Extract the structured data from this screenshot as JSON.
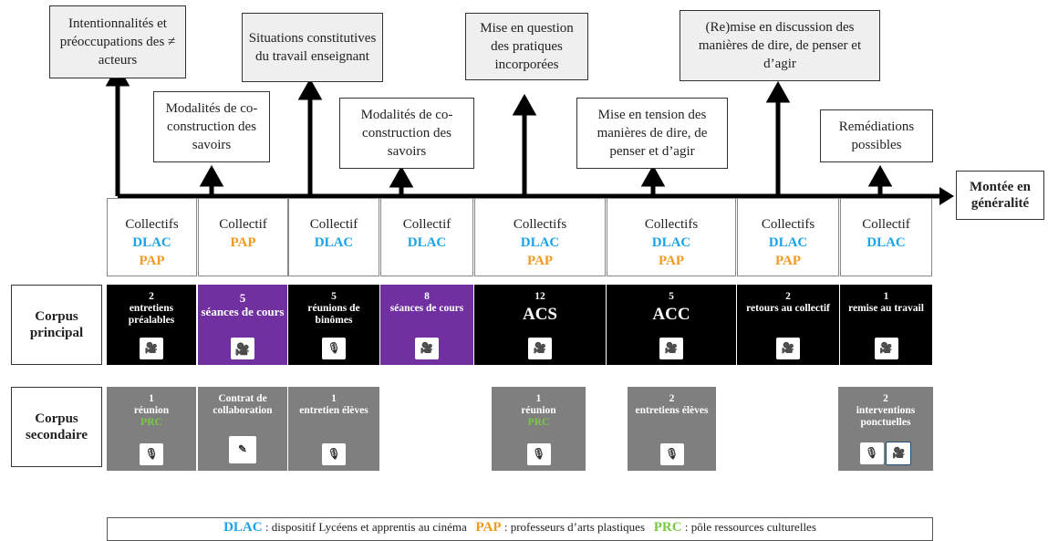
{
  "top_boxes": [
    "Intentionnalités et préoccupations des ≠ acteurs",
    "Situations constitutives du travail enseignant",
    "Mise en question des pratiques incorporées",
    "(Re)mise en discussion des manières de dire, de penser et d’agir"
  ],
  "mid_boxes": [
    "Modalités de co-construction des savoirs",
    "Modalités de co-construction des savoirs",
    "Mise en tension des manières de dire, de penser et d’agir",
    "Remédiations possibles"
  ],
  "axis_label": "Montée en généralité",
  "collectifs": [
    {
      "word": "Collectifs",
      "l2": "DLAC",
      "l3": "PAP"
    },
    {
      "word": "Collectif",
      "l2": "PAP",
      "l3": ""
    },
    {
      "word": "Collectif",
      "l2": "DLAC",
      "l3": ""
    },
    {
      "word": "Collectif",
      "l2": "DLAC",
      "l3": ""
    },
    {
      "word": "Collectifs",
      "l2": "DLAC",
      "l3": "PAP"
    },
    {
      "word": "Collectifs",
      "l2": "DLAC",
      "l3": "PAP"
    },
    {
      "word": "Collectifs",
      "l2": "DLAC",
      "l3": "PAP"
    },
    {
      "word": "Collectif",
      "l2": "DLAC",
      "l3": ""
    }
  ],
  "corpus_principal_label": "Corpus principal",
  "principal": [
    {
      "n": "2",
      "text": "entretiens préalables",
      "icon": "camera-icon"
    },
    {
      "n": "5",
      "text": "séances de cours",
      "icon": "camera-icon"
    },
    {
      "n": "5",
      "text": "réunions de binômes",
      "icon": "microphone-icon"
    },
    {
      "n": "8",
      "text": "séances de cours",
      "icon": "camera-icon"
    },
    {
      "n": "12",
      "text": "ACS",
      "icon": "camera-icon"
    },
    {
      "n": "5",
      "text": "ACC",
      "icon": "camera-icon"
    },
    {
      "n": "2",
      "text": "retours au collectif",
      "icon": "camera-icon"
    },
    {
      "n": "1",
      "text": "remise au travail",
      "icon": "camera-icon"
    }
  ],
  "corpus_secondaire_label": "Corpus secondaire",
  "secondaire": [
    {
      "n": "1",
      "text": "réunion",
      "extra": "PRC",
      "icon": "microphone-icon"
    },
    {
      "n": "",
      "text": "Contrat de collaboration",
      "extra": "",
      "icon": "pencil-icon"
    },
    {
      "n": "1",
      "text": "entretien élèves",
      "extra": "",
      "icon": "microphone-icon"
    },
    {
      "n": "1",
      "text": "réunion",
      "extra": "PRC",
      "icon": "microphone-icon"
    },
    {
      "n": "2",
      "text": "entretiens élèves",
      "extra": "",
      "icon": "microphone-icon"
    },
    {
      "n": "2",
      "text": "interventions ponctuelles",
      "extra": "",
      "icon": "microphone-icon camera-icon"
    }
  ],
  "legend": {
    "dlac_abbr": "DLAC",
    "dlac_text": ": dispositif Lycéens et apprentis au cinéma",
    "pap_abbr": "PAP",
    "pap_text": ": professeurs d’arts plastiques",
    "prc_abbr": "PRC",
    "prc_text": ": pôle ressources culturelles"
  },
  "colors": {
    "dlac": "#1aa3e8",
    "pap": "#f29a1f",
    "prc": "#7ac943",
    "purple": "#7030a0",
    "grey": "#7f7f7f"
  }
}
